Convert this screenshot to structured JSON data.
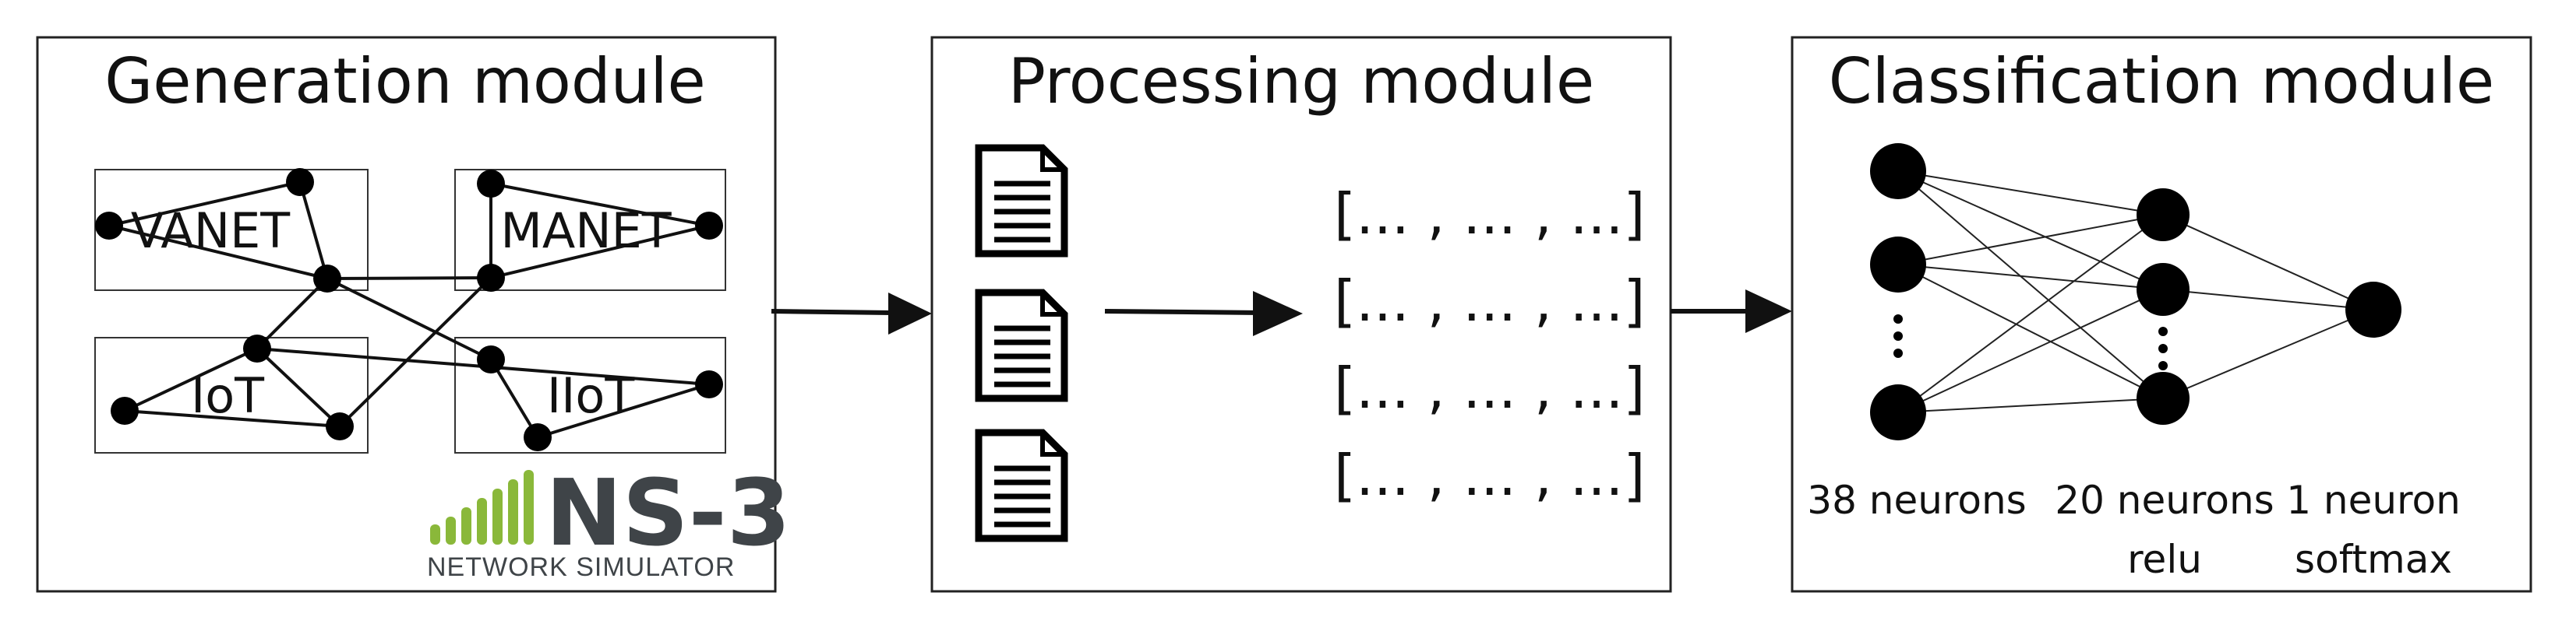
{
  "modules": {
    "generation": {
      "title": "Generation module"
    },
    "processing": {
      "title": "Processing module"
    },
    "classification": {
      "title": "Classification module"
    }
  },
  "networks": [
    "VANET",
    "MANET",
    "IoT",
    "IIoT"
  ],
  "processing": {
    "vectors": [
      "[... , ... , ...]",
      "[... , ... , ...]",
      "[... , ... , ...]",
      "[... , ... , ...]"
    ]
  },
  "logo": {
    "brand": "NS-3",
    "subtitle": "NETWORK SIMULATOR",
    "accent_color": "#8ab83a",
    "text_color": "#3f4448"
  },
  "layers": [
    {
      "label_line1": "38 neurons",
      "label_line2": ""
    },
    {
      "label_line1": "20 neurons",
      "label_line2": "relu"
    },
    {
      "label_line1": "1 neuron",
      "label_line2": "softmax"
    }
  ],
  "colors": {
    "stroke": "#111111",
    "node": "#000000",
    "background": "#ffffff"
  }
}
